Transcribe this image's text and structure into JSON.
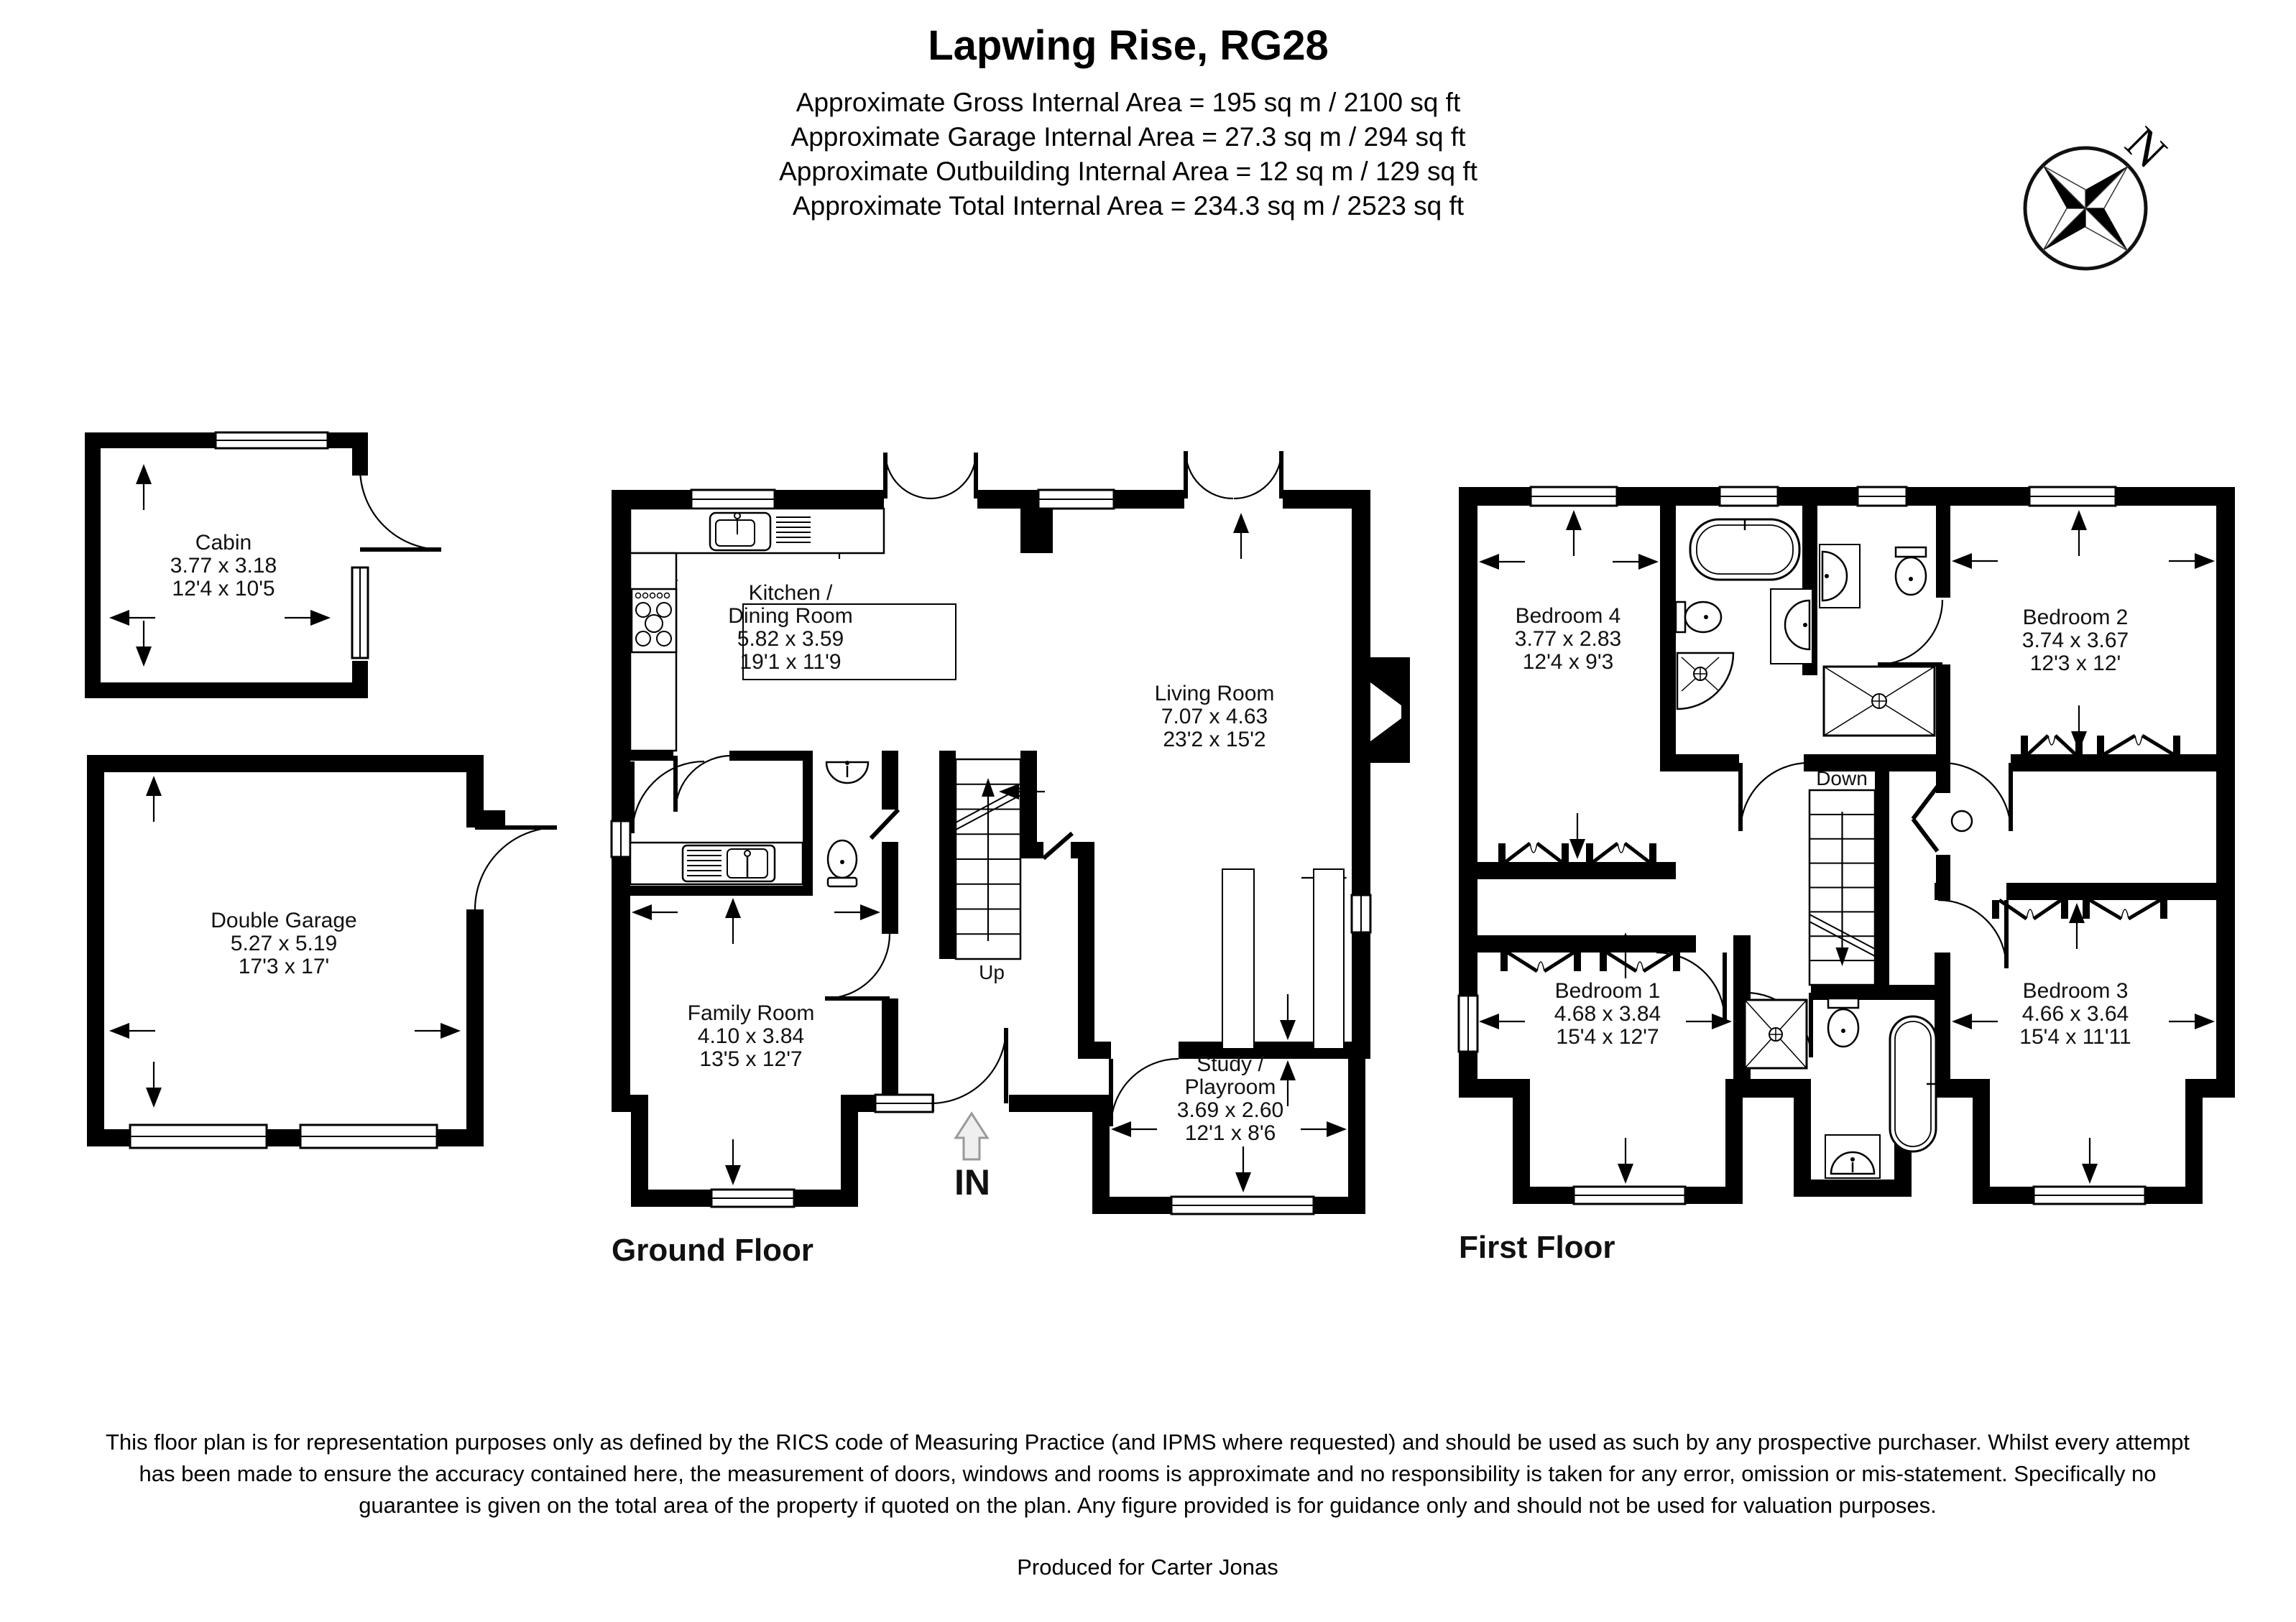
{
  "title_block": {
    "title": "Lapwing Rise, RG28",
    "line1": "Approximate Gross Internal Area = 195 sq m / 2100 sq ft",
    "line2": "Approximate Garage Internal Area = 27.3 sq m / 294 sq ft",
    "line3": "Approximate Outbuilding Internal Area = 12 sq m / 129 sq ft",
    "line4": "Approximate Total Internal Area = 234.3 sq m / 2523 sq ft"
  },
  "compass": {
    "north_label": "N"
  },
  "floors": {
    "ground_label": "Ground Floor",
    "first_label": "First Floor"
  },
  "annotations": {
    "stairs_up": "Up",
    "stairs_down": "Down",
    "entrance": "IN"
  },
  "rooms": {
    "cabin": {
      "name": "Cabin",
      "metric": "3.77 x 3.18",
      "imperial": "12'4 x 10'5"
    },
    "double_garage": {
      "name": "Double Garage",
      "metric": "5.27 x 5.19",
      "imperial": "17'3 x 17'"
    },
    "kitchen_dining": {
      "name_line1": "Kitchen /",
      "name_line2": "Dining Room",
      "metric": "5.82 x 3.59",
      "imperial": "19'1 x 11'9"
    },
    "living_room": {
      "name": "Living Room",
      "metric": "7.07 x 4.63",
      "imperial": "23'2 x 15'2"
    },
    "family_room": {
      "name": "Family Room",
      "metric": "4.10 x 3.84",
      "imperial": "13'5 x 12'7"
    },
    "study_playroom": {
      "name_line1": "Study /",
      "name_line2": "Playroom",
      "metric": "3.69 x 2.60",
      "imperial": "12'1 x 8'6"
    },
    "bedroom1": {
      "name": "Bedroom 1",
      "metric": "4.68 x 3.84",
      "imperial": "15'4 x 12'7"
    },
    "bedroom2": {
      "name": "Bedroom 2",
      "metric": "3.74 x 3.67",
      "imperial": "12'3 x 12'"
    },
    "bedroom3": {
      "name": "Bedroom 3",
      "metric": "4.66 x 3.64",
      "imperial": "15'4 x 11'11"
    },
    "bedroom4": {
      "name": "Bedroom 4",
      "metric": "3.77 x 2.83",
      "imperial": "12'4 x 9'3"
    }
  },
  "footer": {
    "disclaimer": "This floor plan is for representation purposes only as defined by the RICS code of Measuring Practice (and IPMS where requested) and should be used as such by any prospective purchaser. Whilst every attempt has been made to ensure the accuracy contained here, the measurement of doors, windows and rooms is approximate and no responsibility is taken for any error, omission or mis-statement. Specifically no guarantee is given on the total area of the property if quoted on the plan. Any figure provided is for guidance only and should not be used for valuation purposes.",
    "produced": "Produced for Carter Jonas"
  },
  "colors": {
    "wall": "#000000",
    "background": "#ffffff",
    "entry_arrow": "#9a9a9a"
  }
}
